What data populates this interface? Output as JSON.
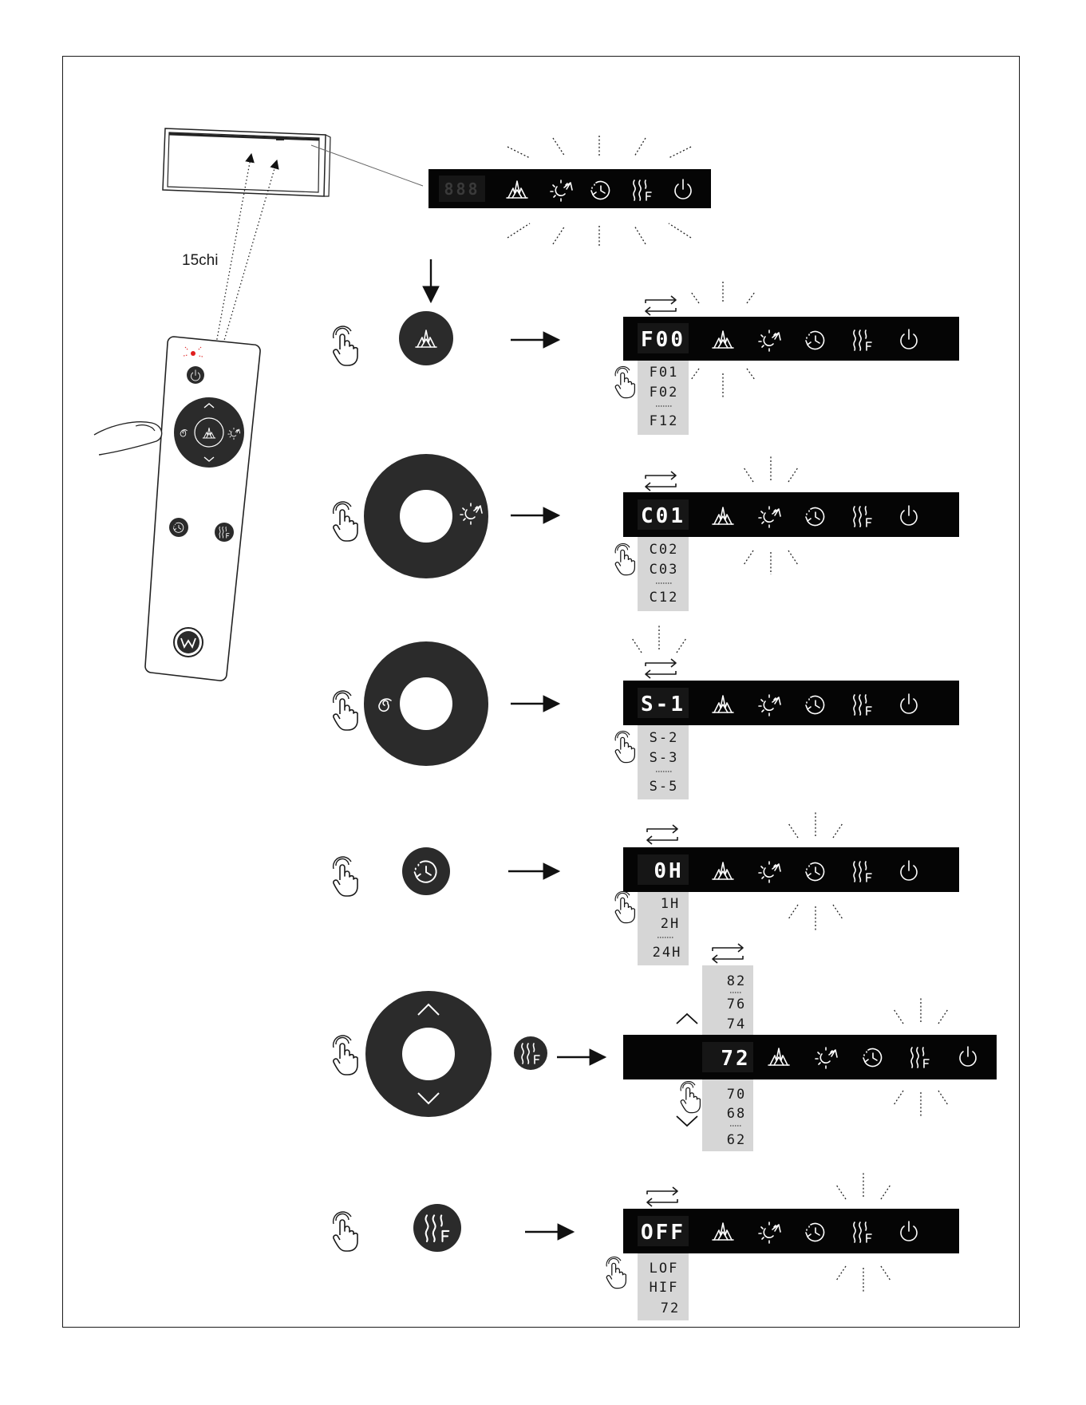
{
  "distance_label": "15chi",
  "top_display": {
    "value": "888"
  },
  "panel_icons": [
    "flame-icon",
    "brightness-icon",
    "timer-icon",
    "heat-icon",
    "power-icon"
  ],
  "remote_icons": [
    "power-icon",
    "chevron-up-icon",
    "chevron-down-icon",
    "speed-swirl-icon",
    "flame-icon",
    "brightness-icon",
    "timer-icon",
    "heat-icon",
    "brand-logo-w"
  ],
  "rows": {
    "flame": {
      "display": "F00",
      "options": [
        "F01",
        "F02",
        "F12"
      ]
    },
    "color": {
      "display": "C01",
      "options": [
        "C02",
        "C03",
        "C12"
      ]
    },
    "speed": {
      "display": "S-1",
      "options": [
        "S-2",
        "S-3",
        "S-5"
      ]
    },
    "timer": {
      "display": "0H",
      "options": [
        "1H",
        "2H",
        "24H"
      ]
    },
    "temperature": {
      "display": "72",
      "options_up": [
        "82",
        "76",
        "74"
      ],
      "options_down": [
        "70",
        "68",
        "62"
      ]
    },
    "heat": {
      "display": "OFF",
      "options": [
        "LOF",
        "HIF",
        "72"
      ]
    }
  },
  "colors": {
    "panel": "#050505",
    "dial": "#2b2b2b",
    "option_box": "#d6d6d6",
    "indicator": "#e01e1e"
  }
}
